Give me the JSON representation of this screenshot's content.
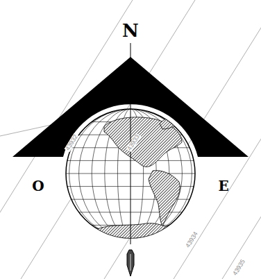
{
  "diagram": {
    "labels": [
      "N",
      "O",
      "E",
      "43932",
      "43933",
      "43934",
      "43935"
    ]
  }
}
